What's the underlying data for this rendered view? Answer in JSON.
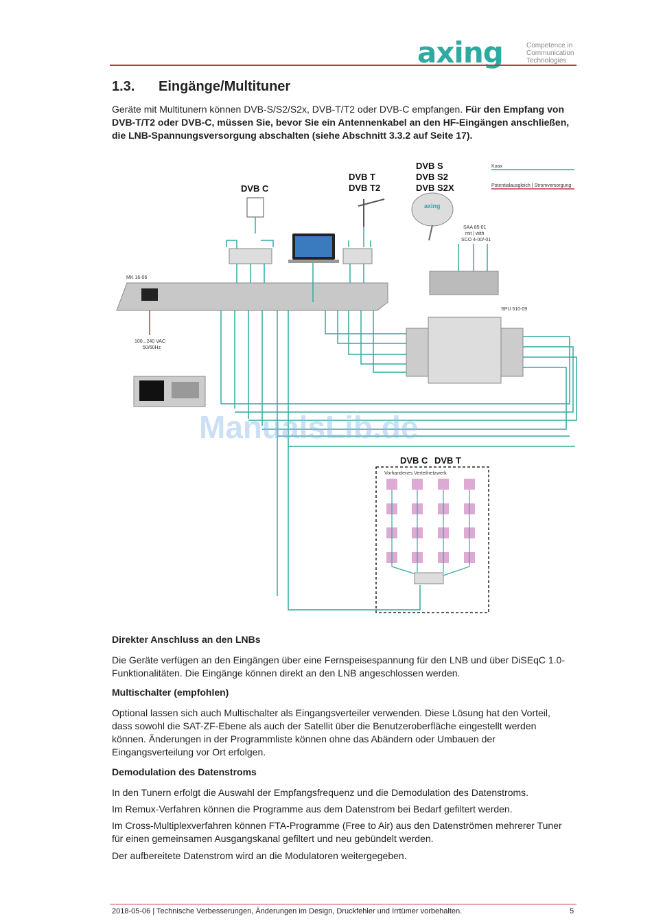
{
  "header": {
    "logo_text": "axing",
    "tagline": [
      "Competence in",
      "Communication",
      "Technologies"
    ],
    "accent_color": "#c0383f",
    "brand_color": "#2eaaa0"
  },
  "section": {
    "number": "1.3.",
    "title": "Eingänge/Multituner"
  },
  "intro": {
    "normal": "Geräte mit Multitunern können DVB-S/S2/S2x, DVB-T/T2 oder DVB-C empfangen. ",
    "bold": "Für den Empfang von DVB-T/T2 oder DVB-C, müssen Sie, bevor Sie ein Antennenkabel an den HF-Eingängen anschließen, die LNB-Spannungsversorgung abschalten (siehe Abschnitt 3.3.2 auf Seite 17)."
  },
  "diagram": {
    "legend_koax": "Koax",
    "legend_potential": "Potentialausgleich | Stromversorgung",
    "dvb_c": "DVB C",
    "dvb_t": "DVB T",
    "dvb_t2": "DVB T2",
    "dvb_s": "DVB S",
    "dvb_s2": "DVB S2",
    "dvb_s2x": "DVB S2X",
    "dish_brand": "axing",
    "dish_label_1": "SAA 85-01",
    "dish_label_2": "mit | with",
    "dish_label_3": "SCO 4-00/-01",
    "device_label": "MK 16-06",
    "power_label_1": "100...240 VAC",
    "power_label_2": "50/60Hz",
    "switch_label": "SPU 510-09",
    "network_label": "Vorhandenes Verteilnetzwerk",
    "watermark": "ManualsLib.de"
  },
  "sections": [
    {
      "heading": "Direkter Anschluss an den LNBs",
      "paragraphs": [
        "Die Geräte verfügen an den Eingängen über eine Fernspeisespannung für den LNB und über DiSEqC 1.0-Funktionalitäten. Die Eingänge können direkt an den LNB angeschlossen werden."
      ]
    },
    {
      "heading": "Multischalter (empfohlen)",
      "paragraphs": [
        "Optional lassen sich auch Multischalter als Eingangsverteiler verwenden. Diese Lösung hat den Vorteil, dass sowohl die SAT-ZF-Ebene als auch der Satellit über die Benutzeroberfläche eingestellt werden können. Änderungen in der Programmliste können ohne das Abändern oder Umbauen der Eingangsverteilung vor Ort erfolgen."
      ]
    },
    {
      "heading": "Demodulation des Datenstroms",
      "paragraphs": [
        "In den Tunern erfolgt die Auswahl der Empfangsfrequenz und die Demodulation des Datenstroms.",
        "Im Remux-Verfahren können die Programme aus dem Datenstrom bei Bedarf gefiltert werden.",
        "Im Cross-Multiplexverfahren können FTA-Programme (Free to Air) aus den Datenströmen mehrerer Tuner für einen gemeinsamen Ausgangskanal gefiltert und neu gebündelt werden.",
        "Der aufbereitete Datenstrom wird an die Modulatoren weitergegeben."
      ]
    }
  ],
  "footer": {
    "text": "2018-05-06 | Technische Verbesserungen, Änderungen im Design, Druckfehler und Irrtümer vorbehalten.",
    "page": "5"
  }
}
